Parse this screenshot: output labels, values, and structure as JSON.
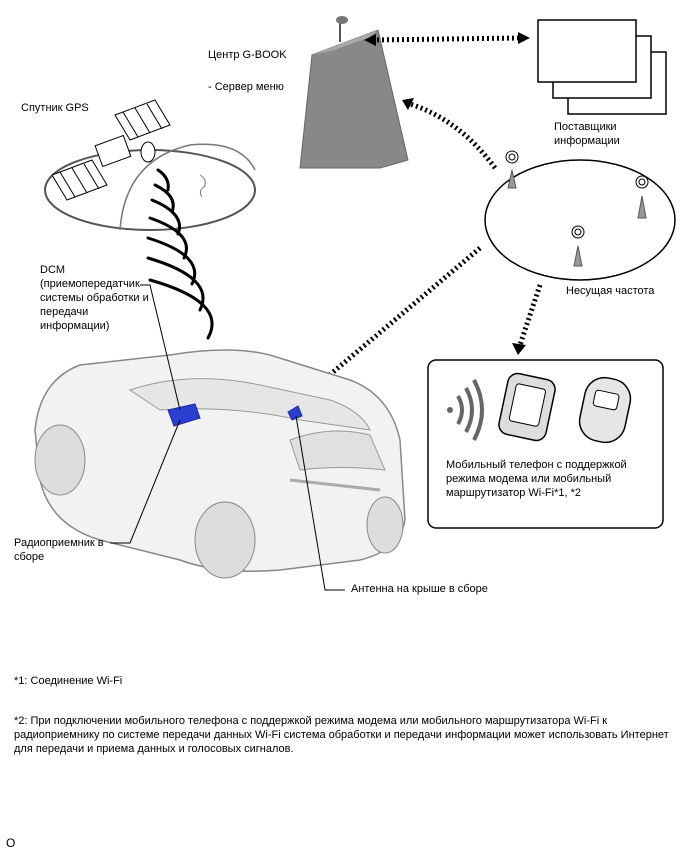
{
  "labels": {
    "gbook_center": "Центр G-BOOK",
    "menu_server": "- Сервер меню",
    "gps_satellite": "Спутник GPS",
    "info_providers": "Поставщики\nинформации",
    "carrier_frequency": "Несущая частота",
    "dcm": "DCM\n(приемопередатчик\nсистемы обработки и\nпередачи\nинформации)",
    "mobile_device": "Мобильный телефон с поддержкой\nрежима модема или мобильный\nмаршрутизатор Wi-Fi*1, *2",
    "radio_receiver": "Радиоприемник в\nсборе",
    "roof_antenna": "Антенна на крыше в сборе"
  },
  "notes": {
    "note1": "*1: Соединение Wi-Fi",
    "note2": "*2: При подключении мобильного телефона с поддержкой режима модема или мобильного маршрутизатора Wi-Fi к радиоприемнику по системе передачи данных Wi-Fi система обработки и передачи информации может использовать Интернет для передачи и приема данных и голосовых сигналов."
  },
  "figure_code": "O",
  "colors": {
    "line": "#000000",
    "building": "#808080",
    "highlight": "#2a3fcf",
    "car": "#f2f2f2"
  }
}
